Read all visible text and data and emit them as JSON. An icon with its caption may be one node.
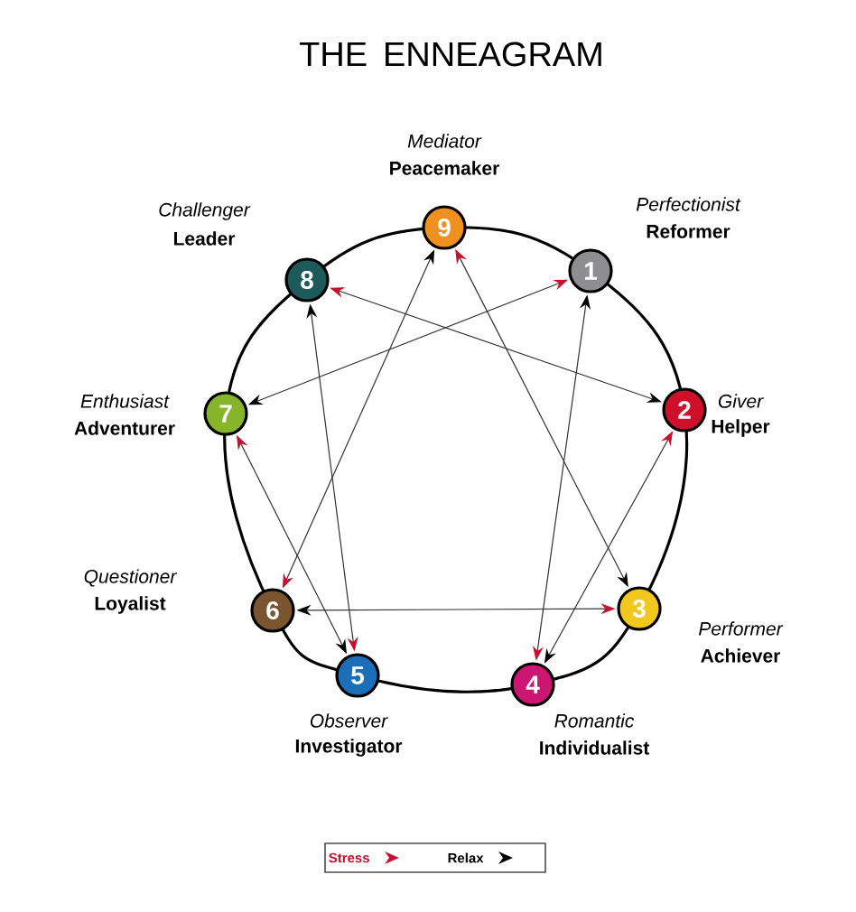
{
  "diagram": {
    "title": "THE ENNEAGRAM",
    "nodes": [
      {
        "text": [
          "9"
        ],
        "beside": [
          "Mediator",
          "Peacemaker"
        ]
      },
      {
        "text": [
          "1"
        ],
        "beside": [
          "Perfectionist",
          "Reformer"
        ]
      },
      {
        "text": [
          "2"
        ],
        "beside": [
          "Giver",
          "Helper"
        ]
      },
      {
        "text": [
          "3"
        ],
        "beside": [
          "Performer",
          "Achiever"
        ]
      },
      {
        "text": [
          "4"
        ],
        "beside": [
          "Romantic",
          "Individualist"
        ]
      },
      {
        "text": [
          "5"
        ],
        "beside": [
          "Observer",
          "Investigator"
        ]
      },
      {
        "text": [
          "6"
        ],
        "beside": [
          "Questioner",
          "Loyalist"
        ]
      },
      {
        "text": [
          "7"
        ],
        "beside": [
          "Enthusiast",
          "Adventurer"
        ]
      },
      {
        "text": [
          "8"
        ],
        "beside": [
          "Challenger",
          "Leader"
        ]
      }
    ],
    "edges": [
      {
        "from": 1,
        "to": 4,
        "arrow": "both"
      },
      {
        "from": 4,
        "to": 2,
        "arrow": "both"
      },
      {
        "from": 2,
        "to": 8,
        "arrow": "both"
      },
      {
        "from": 8,
        "to": 5,
        "arrow": "both"
      },
      {
        "from": 5,
        "to": 7,
        "arrow": "both"
      },
      {
        "from": 7,
        "to": 1,
        "arrow": "both"
      },
      {
        "from": 0,
        "to": 6,
        "arrow": "both"
      },
      {
        "from": 6,
        "to": 3,
        "arrow": "both"
      },
      {
        "from": 3,
        "to": 0,
        "arrow": "both"
      }
    ],
    "legend": [
      {
        "text": "Stress"
      },
      {
        "text": "Relax"
      }
    ]
  }
}
